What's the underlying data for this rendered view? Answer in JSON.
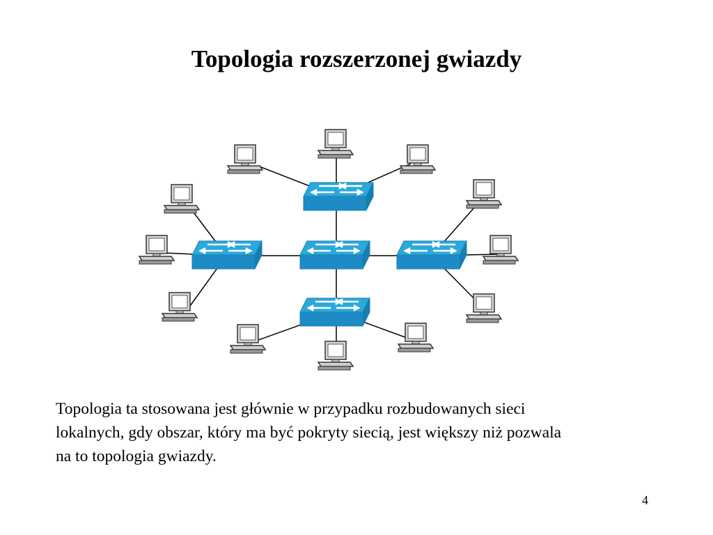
{
  "slide": {
    "title": "Topologia rozszerzonej gwiazdy",
    "description_lines": [
      "Topologia ta stosowana jest głównie w przypadku rozbudowanych sieci",
      "lokalnych, gdy obszar, który ma być pokryty siecią, jest większy niż pozwala",
      "na to topologia gwiazdy."
    ],
    "page_number": "4"
  },
  "diagram": {
    "device_icon": "switch-icon",
    "host_icon": "computer-icon",
    "colors": {
      "switch_top": "#29a8d8",
      "switch_front": "#1f8fc4",
      "link": "#000000"
    }
  }
}
